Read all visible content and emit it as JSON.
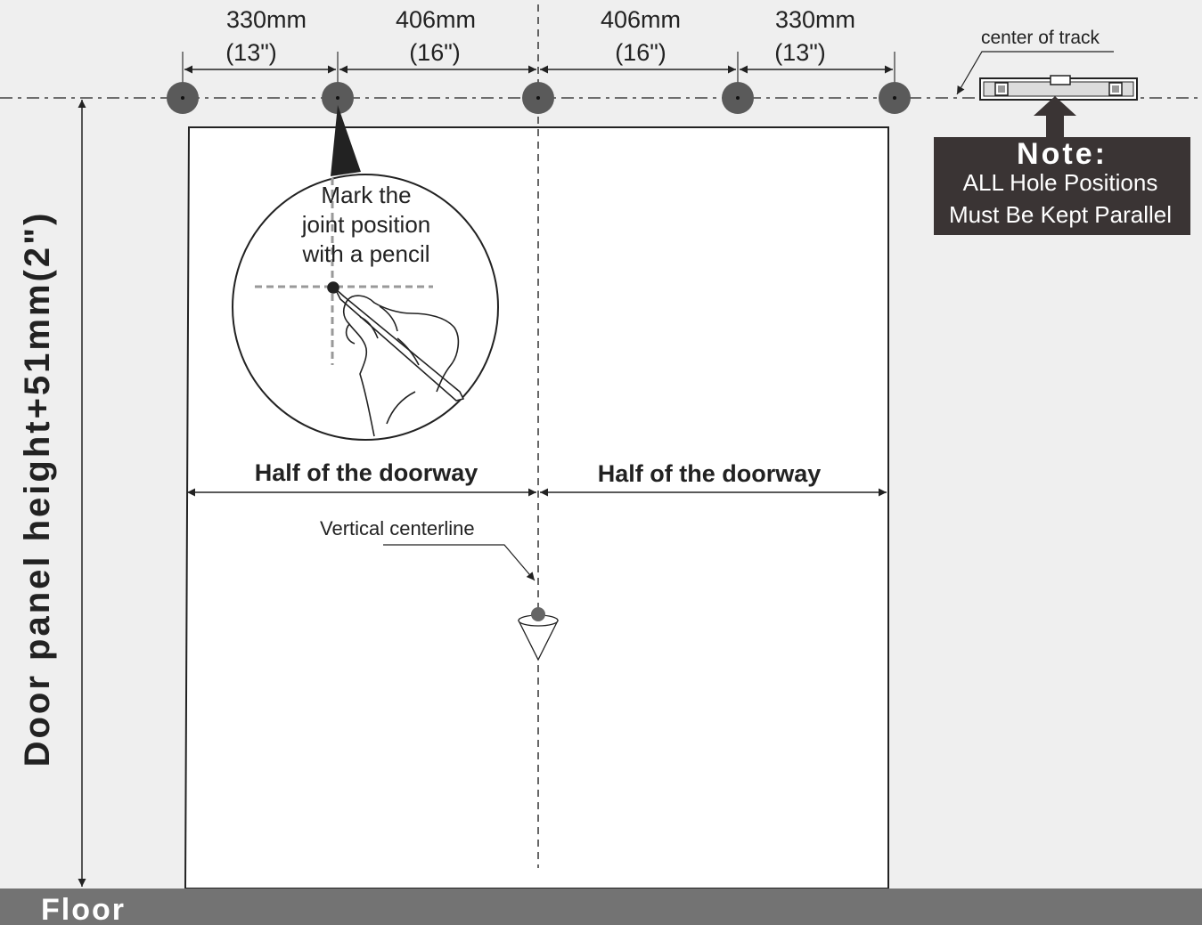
{
  "spacing_labels": [
    {
      "mm": "330mm",
      "inch": "(13\")"
    },
    {
      "mm": "406mm",
      "inch": "(16\")"
    },
    {
      "mm": "406mm",
      "inch": "(16\")"
    },
    {
      "mm": "330mm",
      "inch": "(13\")"
    }
  ],
  "track_label": "center of track",
  "note": {
    "title": "Note:",
    "line1": "ALL  Hole  Positions",
    "line2": "Must Be Kept Parallel"
  },
  "callout": {
    "line1": "Mark the",
    "line2": "joint position",
    "line3": "with a pencil"
  },
  "half_left": "Half of the doorway",
  "half_right": "Half of the doorway",
  "centerline_label": "Vertical centerline",
  "height_label": "Door panel height+51mm(2\")",
  "floor_label": "Floor",
  "colors": {
    "background": "#efefef",
    "panel": "#ffffff",
    "floor": "#737373",
    "note_box": "#3a3434",
    "hole": "#5a5a5a"
  }
}
